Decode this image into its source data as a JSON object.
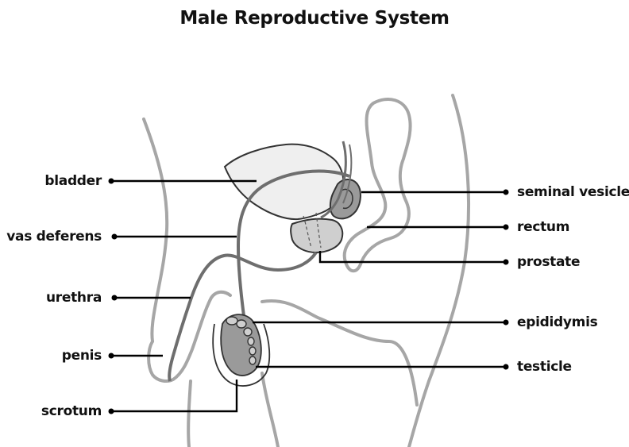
{
  "title": "Male Reproductive System",
  "labels_left": [
    "bladder",
    "vas deferens",
    "urethra",
    "penis",
    "scrotum"
  ],
  "labels_right": [
    "seminal vesicle",
    "rectum",
    "prostate",
    "epididymis",
    "testicle"
  ],
  "colors": {
    "body_outline": "#a6a6a6",
    "organ_fill_light": "#efefef",
    "organ_fill_mid": "#cfcfcf",
    "organ_fill_dark": "#9a9a9a",
    "duct": "#6e6e6e",
    "leader_line": "#000000",
    "text": "#111111"
  }
}
